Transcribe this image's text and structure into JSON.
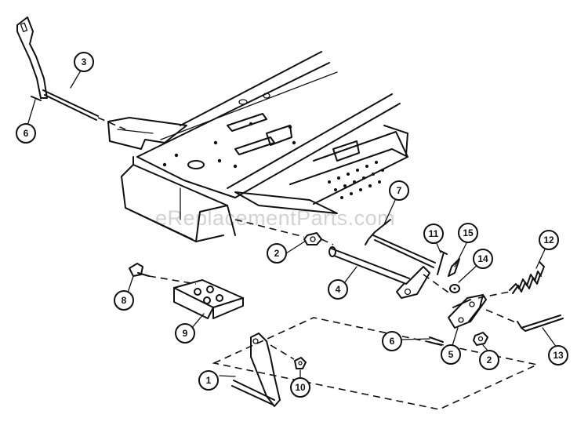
{
  "watermark": "eReplacementParts.com",
  "callouts": [
    {
      "id": "c1",
      "label": "1"
    },
    {
      "id": "c2a",
      "label": "2"
    },
    {
      "id": "c2b",
      "label": "2"
    },
    {
      "id": "c3",
      "label": "3"
    },
    {
      "id": "c4",
      "label": "4"
    },
    {
      "id": "c5",
      "label": "5"
    },
    {
      "id": "c6a",
      "label": "6"
    },
    {
      "id": "c6b",
      "label": "6"
    },
    {
      "id": "c7",
      "label": "7"
    },
    {
      "id": "c8",
      "label": "8"
    },
    {
      "id": "c9",
      "label": "9"
    },
    {
      "id": "c10",
      "label": "10"
    },
    {
      "id": "c11",
      "label": "11"
    },
    {
      "id": "c12",
      "label": "12"
    },
    {
      "id": "c13",
      "label": "13"
    },
    {
      "id": "c14",
      "label": "14"
    },
    {
      "id": "c15",
      "label": "15"
    }
  ]
}
